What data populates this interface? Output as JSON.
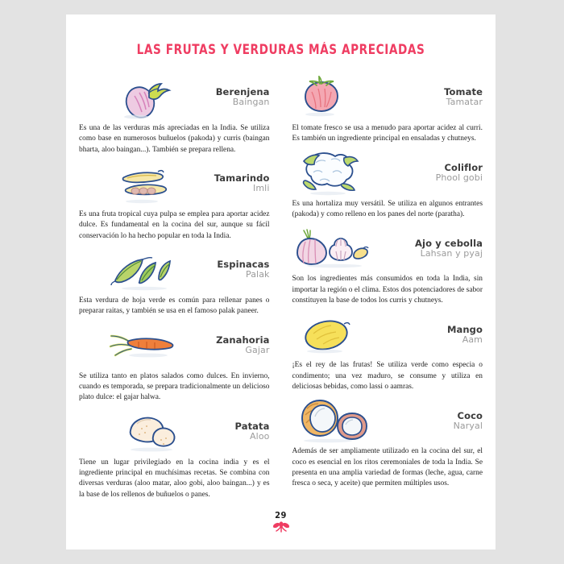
{
  "page": {
    "title": "LAS FRUTAS Y VERDURAS MÁS APRECIADAS",
    "number": "29",
    "title_color": "#ef3d62",
    "ornament_color": "#ef3d62",
    "background_color": "#e3e3e3",
    "paper_color": "#ffffff"
  },
  "columns": {
    "left": [
      {
        "icon": "eggplant-icon",
        "name_es": "Berenjena",
        "name_hi": "Baingan",
        "text": "Es una de las verduras más apreciadas en la India. Se utiliza como base en numerosos buñuelos (pakoda) y curris (baingan bharta, aloo baingan...). También se prepara rellena."
      },
      {
        "icon": "tamarind-icon",
        "name_es": "Tamarindo",
        "name_hi": "Imli",
        "text": "Es una fruta tropical cuya pulpa se emplea para aportar acidez dulce. Es fundamental en la cocina del sur, aunque su fácil conservación lo ha hecho popular en toda la India."
      },
      {
        "icon": "spinach-icon",
        "name_es": "Espinacas",
        "name_hi": "Palak",
        "text": "Esta verdura de hoja verde es común para rellenar panes o preparar raitas, y también se usa en el famoso palak paneer."
      },
      {
        "icon": "carrot-icon",
        "name_es": "Zanahoria",
        "name_hi": "Gajar",
        "text": "Se utiliza tanto en platos salados como dulces. En invierno, cuando es temporada, se prepara tradicionalmente un delicioso plato dulce: el gajar halwa."
      },
      {
        "icon": "potato-icon",
        "name_es": "Patata",
        "name_hi": "Aloo",
        "text": "Tiene un lugar privilegiado en la cocina india y es el ingrediente principal en muchísimas recetas. Se combina con diversas verduras (aloo matar, aloo gobi, aloo baingan...) y es la base de los rellenos de buñuelos o panes."
      }
    ],
    "right": [
      {
        "icon": "tomato-icon",
        "name_es": "Tomate",
        "name_hi": "Tamatar",
        "text": "El tomate fresco se usa a menudo para aportar acidez al curri. Es también un ingrediente principal en ensaladas y chutneys."
      },
      {
        "icon": "cauliflower-icon",
        "name_es": "Coliflor",
        "name_hi": "Phool gobi",
        "text": "Es una hortaliza muy versátil. Se utiliza en algunos entrantes (pakoda) y como relleno en los panes del norte (paratha)."
      },
      {
        "icon": "garlic-onion-icon",
        "name_es": "Ajo y cebolla",
        "name_hi": "Lahsan y pyaj",
        "text": "Son los ingredientes más consumidos en toda la India, sin importar la región o el clima. Estos dos potenciadores de sabor constituyen la base de todos los curris y chutneys."
      },
      {
        "icon": "mango-icon",
        "name_es": "Mango",
        "name_hi": "Aam",
        "text": "¡Es el rey de las frutas! Se utiliza verde como especia o condimento; una vez maduro, se consume y utiliza en deliciosas bebidas, como lassi o aamras."
      },
      {
        "icon": "coconut-icon",
        "name_es": "Coco",
        "name_hi": "Naryal",
        "text": "Además de ser ampliamente utilizado en la cocina del sur, el coco es esencial en los ritos ceremoniales de toda la India. Se presenta en una amplia variedad de formas (leche, agua, carne fresca o seca, y aceite) que permiten múltiples usos."
      }
    ]
  }
}
